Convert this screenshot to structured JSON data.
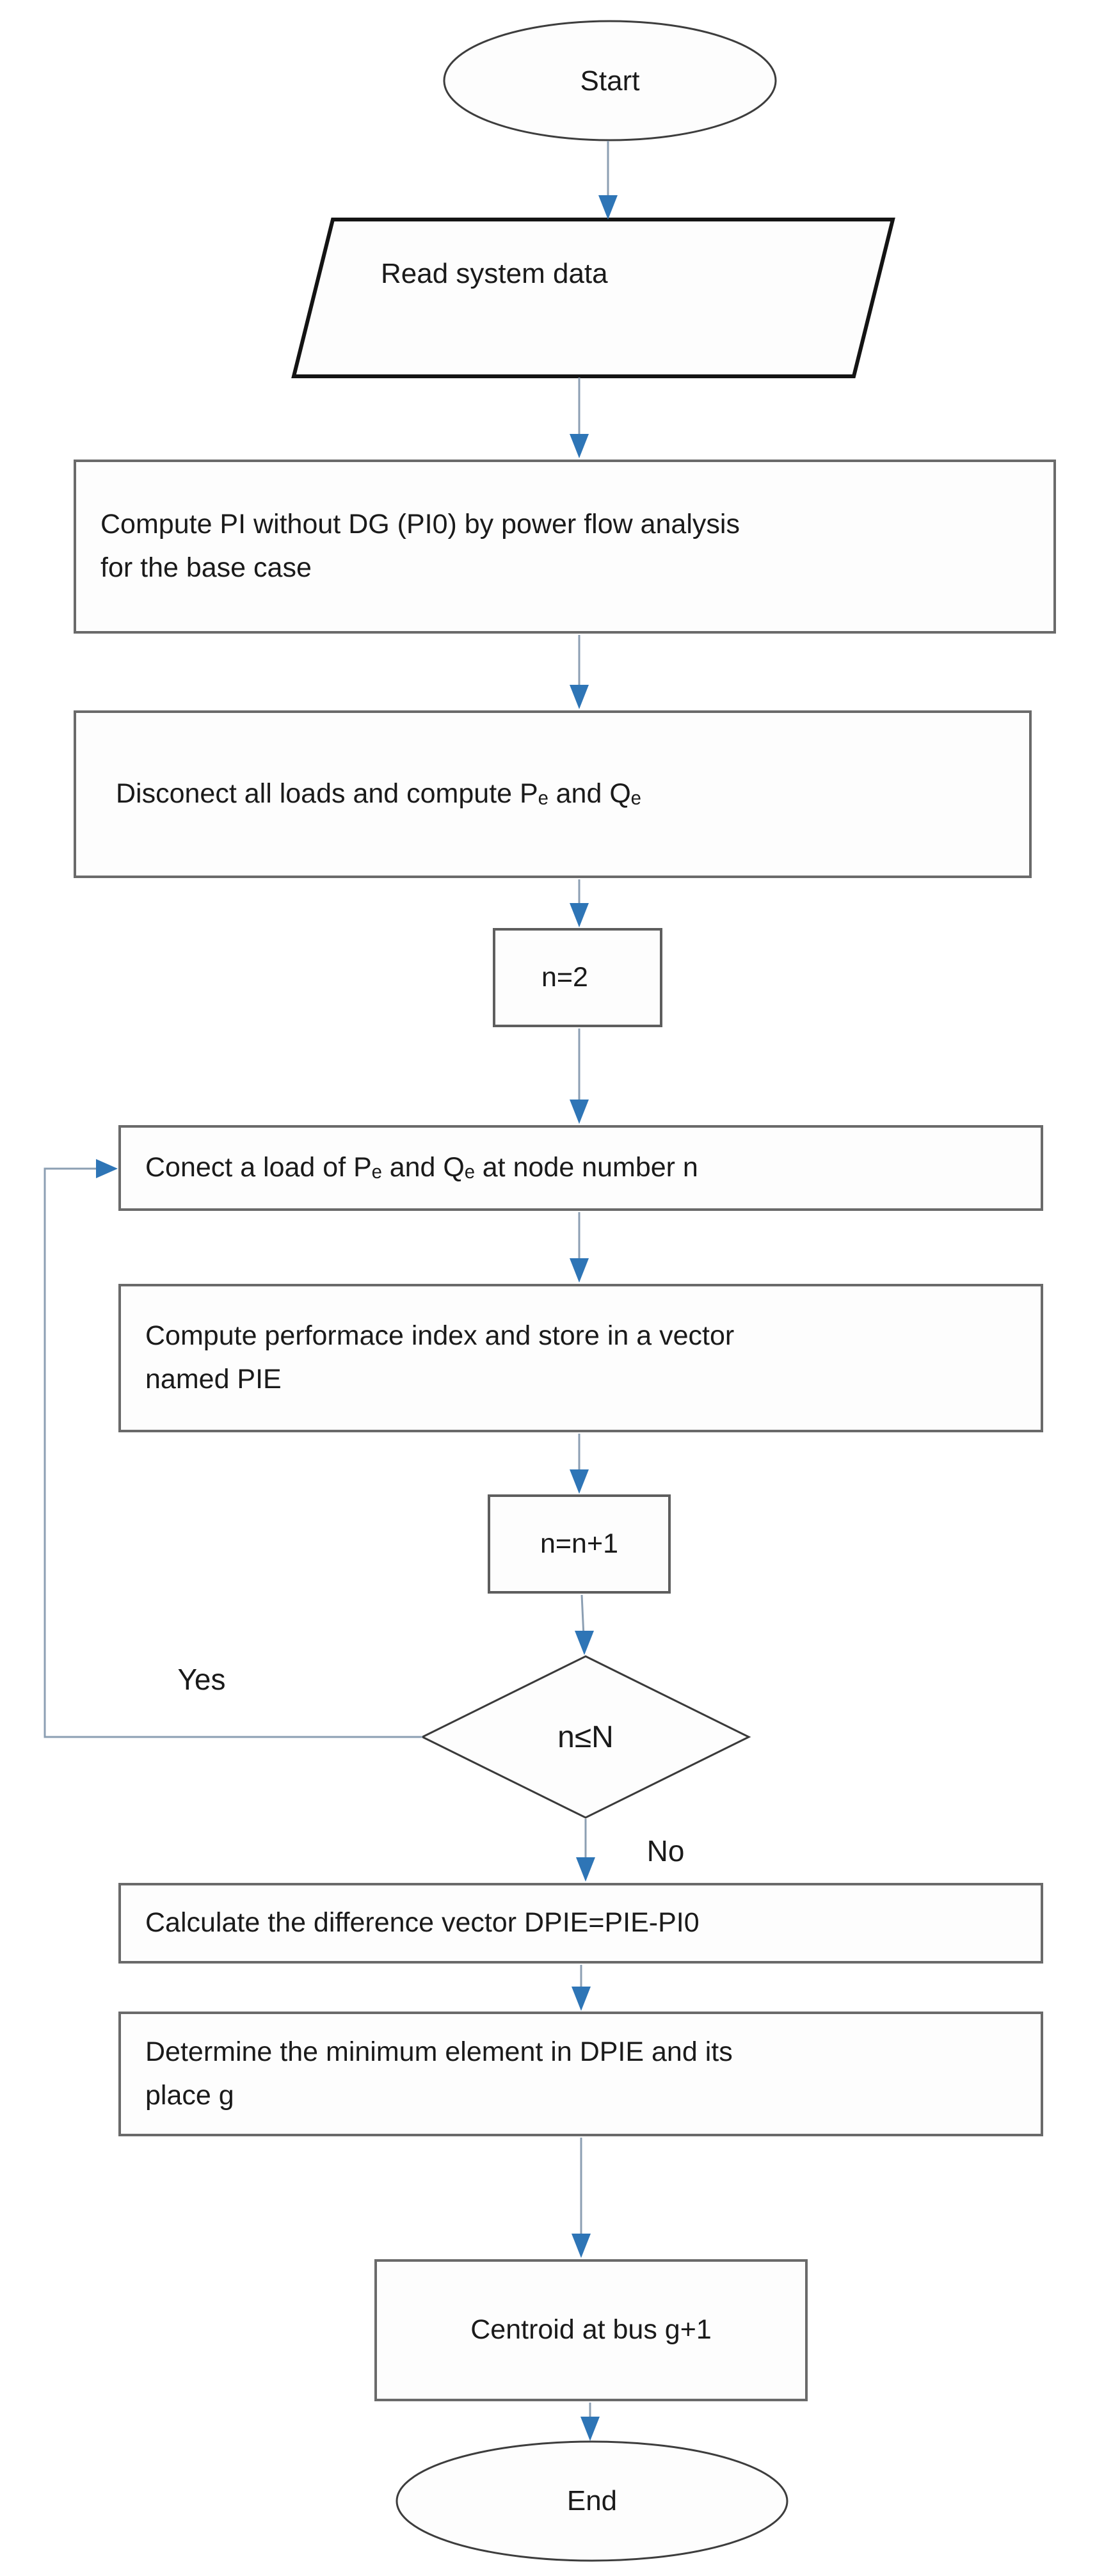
{
  "flowchart": {
    "nodes": {
      "start": {
        "label": "Start",
        "shape": "terminator"
      },
      "read_data": {
        "label": "Read system data",
        "shape": "parallelogram-io"
      },
      "compute_pi0": {
        "label": "Compute PI without DG (PI0) by power flow analysis\nfor the base case",
        "shape": "process"
      },
      "disconnect_loads": {
        "label": "Disconect all loads and compute Pₑ and Qₑ",
        "shape": "process"
      },
      "init_n": {
        "label": "n=2",
        "shape": "process"
      },
      "connect_load": {
        "label": "Conect a load of Pₑ and Qₑ at node number n",
        "shape": "process"
      },
      "compute_pie": {
        "label": "Compute performace index and store in a vector\nnamed PIE",
        "shape": "process"
      },
      "increment_n": {
        "label": "n=n+1",
        "shape": "process"
      },
      "loop_decision": {
        "label": "n≤N",
        "shape": "decision"
      },
      "calc_dpie": {
        "label": "Calculate the difference vector DPIE=PIE-PI0",
        "shape": "process"
      },
      "find_min": {
        "label": "Determine the minimum element in DPIE and its\nplace g",
        "shape": "process"
      },
      "centroid": {
        "label": "Centroid at bus g+1",
        "shape": "process"
      },
      "end": {
        "label": "End",
        "shape": "terminator"
      }
    },
    "edge_labels": {
      "yes": "Yes",
      "no": "No"
    },
    "colors": {
      "connector_line": "#8c9fb3",
      "arrow_head": "#2e75b6",
      "process_border": "#6a6a6a",
      "shape_outline": "#3d3d3d",
      "io_outline": "#141414",
      "text": "#1a1a1a",
      "background": "#ffffff"
    }
  }
}
